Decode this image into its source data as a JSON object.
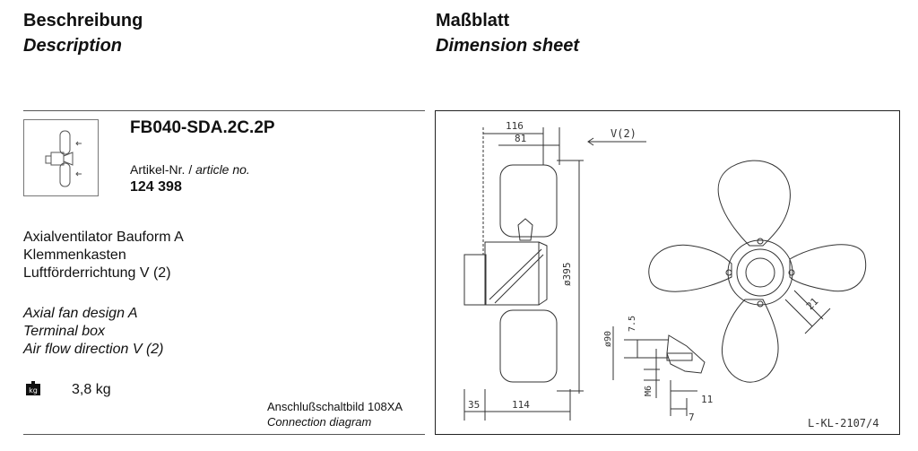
{
  "left_header": {
    "title_de": "Beschreibung",
    "title_en": "Description"
  },
  "right_header": {
    "title_de": "Maßblatt",
    "title_en": "Dimension sheet"
  },
  "product": {
    "model": "FB040-SDA.2C.2P",
    "article_label_de": "Artikel-Nr. /",
    "article_label_en": "article no.",
    "article_number": "124 398"
  },
  "description_de": [
    "Axialventilator Bauform A",
    "Klemmenkasten",
    "Luftförderrichtung V (2)"
  ],
  "description_en": [
    "Axial fan design A",
    "Terminal box",
    "Air flow direction V (2)"
  ],
  "weight": {
    "icon": "weight-icon",
    "badge": "kg",
    "value": "3,8 kg"
  },
  "connection": {
    "label_de": "Anschlußschaltbild 108XA",
    "label_en": "Connection diagram"
  },
  "drawing": {
    "dims": {
      "d116": "116",
      "d81": "81",
      "view": "V(2)",
      "dia395": "ø395",
      "d35": "35",
      "d114": "114",
      "dia90": "ø90",
      "d7_5": "7.5",
      "m6": "M6",
      "d11": "11",
      "d7": "7",
      "d21": "21"
    },
    "drawing_number": "L-KL-2107/4"
  }
}
